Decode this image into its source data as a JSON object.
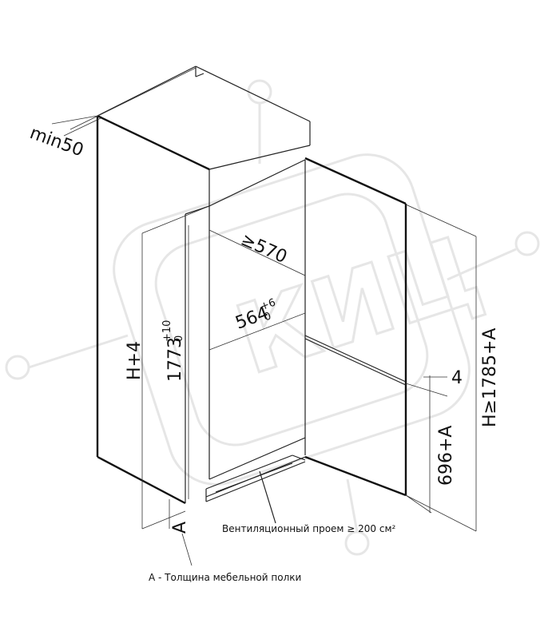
{
  "watermark": {
    "text": "КИЦ"
  },
  "dimensions": {
    "min_gap": "min50",
    "depth_min": "≥570",
    "width_main": "564",
    "width_tol_plus": "+6",
    "width_tol_minus": "0",
    "height_main": "1773",
    "height_tol_plus": "+10",
    "height_tol_minus": "0",
    "overall_h": "H+4",
    "niche_h": "H≥1785+A",
    "lower_h": "696+A",
    "gap_4": "4",
    "shelf_a": "A"
  },
  "notes": {
    "vent": "Вентиляционный проем ≥ 200 см²",
    "legend": "А - Толщина мебельной полки"
  },
  "colors": {
    "ink": "#111111",
    "watermark": "#e6e6e6",
    "background": "#ffffff"
  }
}
